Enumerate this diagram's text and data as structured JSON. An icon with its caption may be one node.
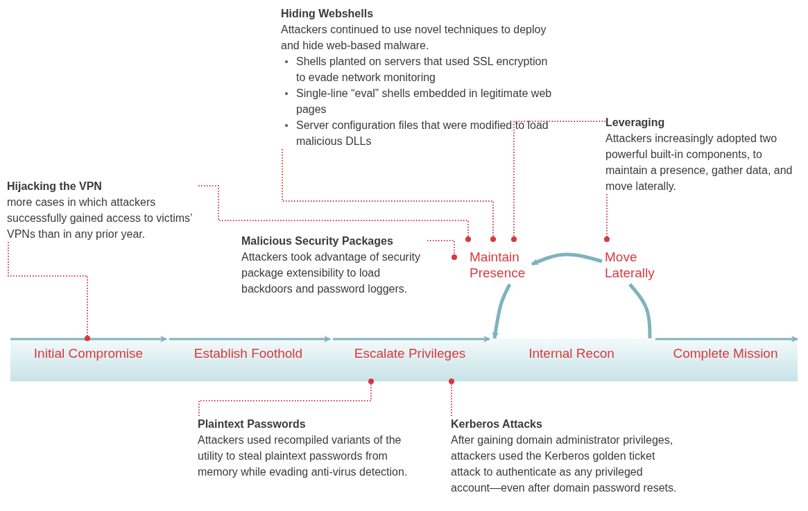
{
  "diagram": {
    "nodes": [
      {
        "text": [
          "Hiding Webshells",
          "Attackers continued to use novel techniques to deploy and hide web-based malware.",
          "Shells planted on servers that used SSL encryption to evade network monitoring",
          "Single-line “eval” shells embedded in legitimate web pages",
          "Server configuration files that were modified to load malicious DLLs"
        ]
      },
      {
        "text": [
          "Leveraging",
          "Attackers increasingly adopted two powerful built-in components, to maintain a presence, gather data, and move laterally."
        ]
      },
      {
        "text": [
          "Hijacking the VPN",
          "more cases in which attackers successfully gained access to victims’ VPNs than in any prior year."
        ]
      },
      {
        "text": [
          "Malicious Security Packages",
          "Attackers took advantage of security package extensibility to load backdoors and password loggers."
        ]
      },
      {
        "text": [
          "Maintain Presence"
        ]
      },
      {
        "text": [
          "Move Laterally"
        ]
      },
      {
        "text": [
          "Initial Compromise"
        ]
      },
      {
        "text": [
          "Establish Foothold"
        ]
      },
      {
        "text": [
          "Escalate Privileges"
        ]
      },
      {
        "text": [
          "Internal Recon"
        ]
      },
      {
        "text": [
          "Complete Mission"
        ]
      },
      {
        "text": [
          "Plaintext Passwords",
          "Attackers used recompiled variants of the utility to steal plaintext passwords from memory while evading anti-virus detection."
        ]
      },
      {
        "text": [
          "Kerberos Attacks",
          "After gaining domain administrator privileges, attackers used the Kerberos golden ticket attack to authenticate as any privileged account—even after domain password resets."
        ]
      }
    ],
    "edges": [
      {
        "from": 6,
        "to": 7,
        "arrow": "to",
        "color": "#7fb3bd"
      },
      {
        "from": 7,
        "to": 8,
        "arrow": "to",
        "color": "#7fb3bd"
      },
      {
        "from": 8,
        "to": 9,
        "arrow": "to",
        "color": "#7fb3bd"
      },
      {
        "from": 9,
        "to": 10,
        "arrow": "to",
        "color": "#7fb3bd"
      },
      {
        "from": 9,
        "to": 5,
        "arrow": "none",
        "style": "thick",
        "color": "#7fb3bd"
      },
      {
        "from": 5,
        "to": 4,
        "arrow": "to",
        "style": "thick",
        "color": "#7fb3bd"
      },
      {
        "from": 4,
        "to": 9,
        "arrow": "to",
        "style": "thick",
        "color": "#7fb3bd"
      },
      {
        "from": 2,
        "to": 6,
        "arrow": "other",
        "style": "dashed",
        "color": "#d9383e"
      },
      {
        "from": 2,
        "to": 4,
        "arrow": "other",
        "style": "dashed",
        "color": "#d9383e"
      },
      {
        "from": 0,
        "to": 4,
        "arrow": "other",
        "style": "dashed",
        "color": "#d9383e"
      },
      {
        "from": 1,
        "to": 4,
        "arrow": "other",
        "style": "dashed",
        "color": "#d9383e"
      },
      {
        "from": 3,
        "to": 4,
        "arrow": "other",
        "style": "dashed",
        "color": "#d9383e"
      },
      {
        "from": 1,
        "to": 5,
        "arrow": "other",
        "style": "dashed",
        "color": "#d9383e"
      },
      {
        "from": 11,
        "to": 8,
        "arrow": "other",
        "style": "dashed",
        "color": "#d9383e"
      },
      {
        "from": 12,
        "to": 8,
        "arrow": "other",
        "style": "dashed",
        "color": "#d9383e"
      }
    ]
  }
}
